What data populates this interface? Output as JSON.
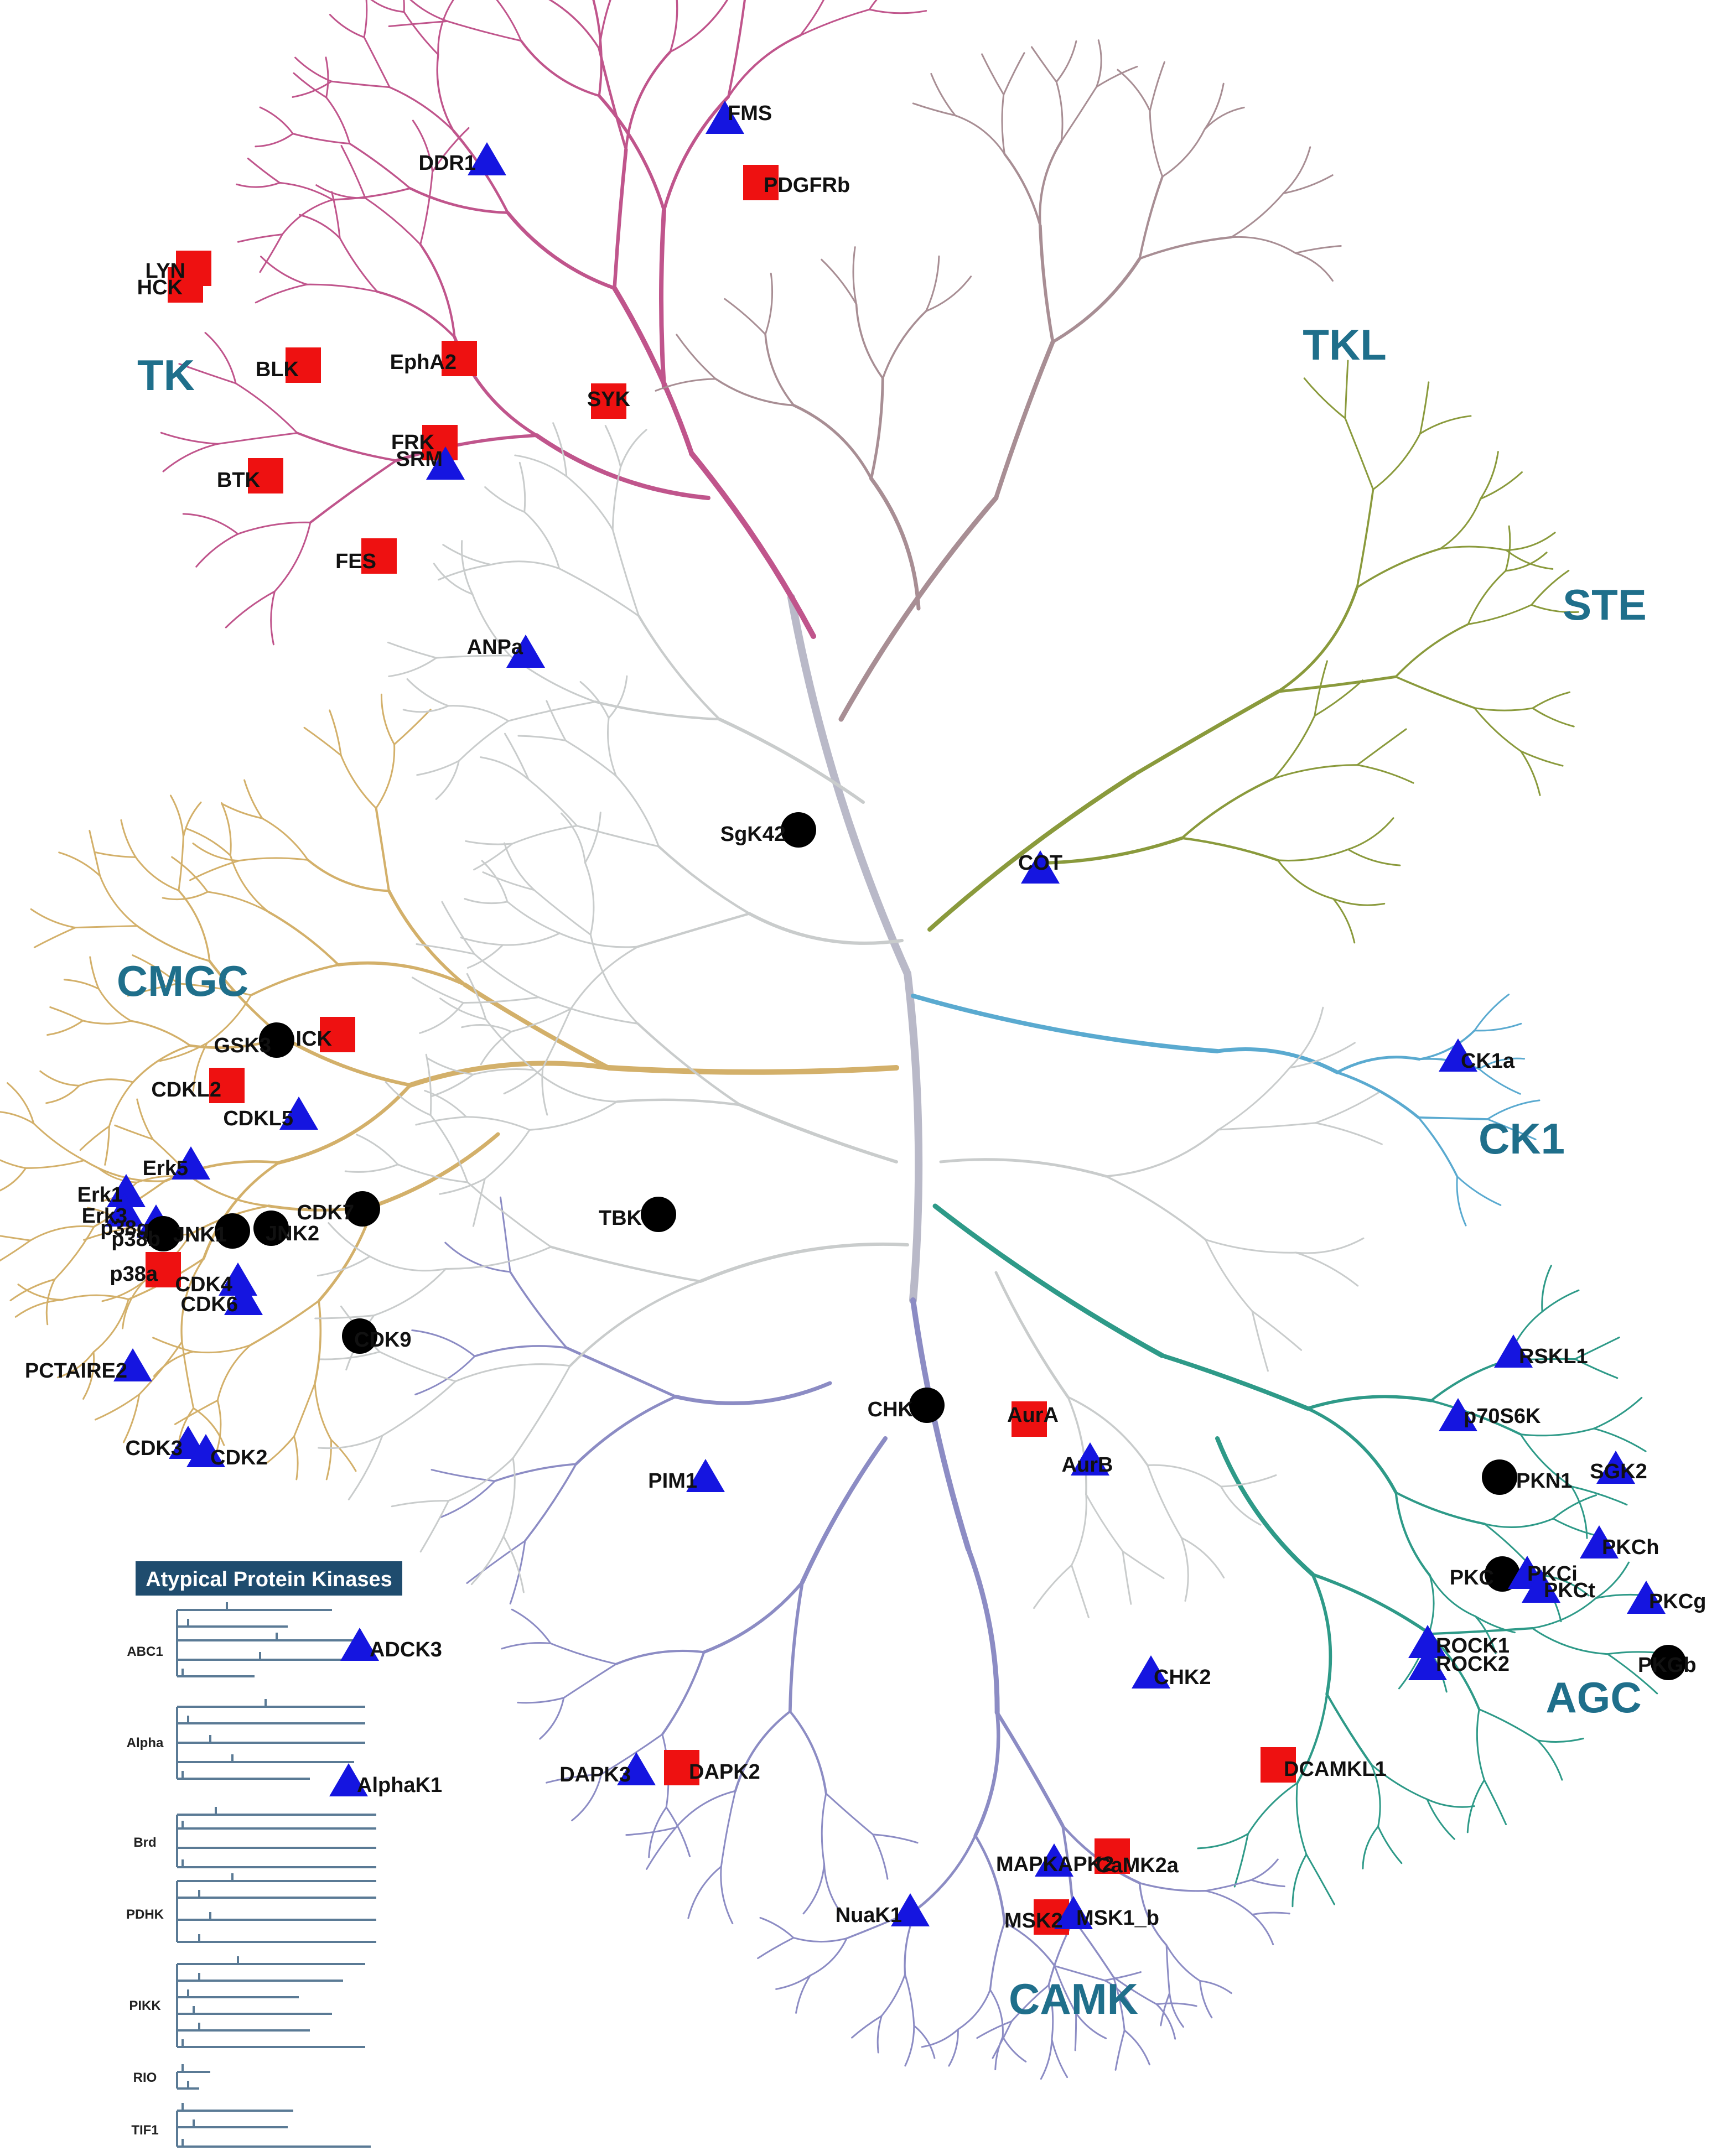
{
  "families": [
    {
      "id": "TK",
      "label": "TK",
      "color": "#c0558c"
    },
    {
      "id": "TKL",
      "label": "TKL",
      "color": "#a88e94"
    },
    {
      "id": "STE",
      "label": "STE",
      "color": "#8a9a3c"
    },
    {
      "id": "CK1",
      "label": "CK1",
      "color": "#5aaad0"
    },
    {
      "id": "AGC",
      "label": "AGC",
      "color": "#2e9a88"
    },
    {
      "id": "CAMK",
      "label": "CAMK",
      "color": "#8c8cc4"
    },
    {
      "id": "CMGC",
      "label": "CMGC",
      "color": "#d3b06a"
    },
    {
      "id": "OTHER",
      "label": "",
      "color": "#c9cccc"
    }
  ],
  "marker_colors": {
    "triangle": "#1515e0",
    "square": "#ee1111",
    "circle": "#000000"
  },
  "kinases": [
    {
      "label": "FMS",
      "marker": "triangle"
    },
    {
      "label": "DDR1",
      "marker": "triangle"
    },
    {
      "label": "PDGFRb",
      "marker": "square"
    },
    {
      "label": "LYN",
      "marker": "square"
    },
    {
      "label": "HCK",
      "marker": "square"
    },
    {
      "label": "BLK",
      "marker": "square"
    },
    {
      "label": "EphA2",
      "marker": "square"
    },
    {
      "label": "SYK",
      "marker": "square"
    },
    {
      "label": "FRK",
      "marker": "square"
    },
    {
      "label": "SRM",
      "marker": "triangle"
    },
    {
      "label": "BTK",
      "marker": "square"
    },
    {
      "label": "FES",
      "marker": "square"
    },
    {
      "label": "ANPa",
      "marker": "triangle"
    },
    {
      "label": "SgK42",
      "marker": "circle"
    },
    {
      "label": "COT",
      "marker": "triangle"
    },
    {
      "label": "CK1a",
      "marker": "triangle"
    },
    {
      "label": "GSK3",
      "marker": "circle"
    },
    {
      "label": "ICK",
      "marker": "square"
    },
    {
      "label": "CDKL2",
      "marker": "square"
    },
    {
      "label": "CDKL5",
      "marker": "triangle"
    },
    {
      "label": "Erk5",
      "marker": "triangle"
    },
    {
      "label": "Erk1",
      "marker": "triangle"
    },
    {
      "label": "Erk3",
      "marker": "triangle"
    },
    {
      "label": "p38g",
      "marker": "triangle"
    },
    {
      "label": "p38b",
      "marker": "circle"
    },
    {
      "label": "JNK1",
      "marker": "circle"
    },
    {
      "label": "JNK2",
      "marker": "circle"
    },
    {
      "label": "CDK7",
      "marker": "circle"
    },
    {
      "label": "p38a",
      "marker": "square"
    },
    {
      "label": "CDK4",
      "marker": "triangle"
    },
    {
      "label": "CDK6",
      "marker": "triangle"
    },
    {
      "label": "CDK9",
      "marker": "circle"
    },
    {
      "label": "PCTAIRE2",
      "marker": "triangle"
    },
    {
      "label": "CDK3",
      "marker": "triangle"
    },
    {
      "label": "CDK2",
      "marker": "triangle"
    },
    {
      "label": "TBK",
      "marker": "circle"
    },
    {
      "label": "CHK",
      "marker": "circle"
    },
    {
      "label": "AurA",
      "marker": "square"
    },
    {
      "label": "AurB",
      "marker": "triangle"
    },
    {
      "label": "PIM1",
      "marker": "triangle"
    },
    {
      "label": "RSKL1",
      "marker": "triangle"
    },
    {
      "label": "p70S6K",
      "marker": "triangle"
    },
    {
      "label": "PKN1",
      "marker": "circle"
    },
    {
      "label": "SGK2",
      "marker": "triangle"
    },
    {
      "label": "PKCh",
      "marker": "triangle"
    },
    {
      "label": "PKC",
      "marker": "circle"
    },
    {
      "label": "PKCi",
      "marker": "triangle"
    },
    {
      "label": "PKCt",
      "marker": "triangle"
    },
    {
      "label": "PKCg",
      "marker": "triangle"
    },
    {
      "label": "ROCK1",
      "marker": "triangle"
    },
    {
      "label": "ROCK2",
      "marker": "triangle"
    },
    {
      "label": "PKGb",
      "marker": "circle"
    },
    {
      "label": "CHK2",
      "marker": "triangle"
    },
    {
      "label": "DCAMKL1",
      "marker": "square"
    },
    {
      "label": "DAPK3",
      "marker": "triangle"
    },
    {
      "label": "DAPK2",
      "marker": "square"
    },
    {
      "label": "MAPKAPK2",
      "marker": "triangle"
    },
    {
      "label": "CaMK2a",
      "marker": "square"
    },
    {
      "label": "MSK2",
      "marker": "square"
    },
    {
      "label": "MSK1_b",
      "marker": "triangle"
    },
    {
      "label": "NuaK1",
      "marker": "triangle"
    }
  ],
  "atypical": {
    "title": "Atypical Protein Kinases",
    "groups": [
      "ABC1",
      "Alpha",
      "Brd",
      "PDHK",
      "PIKK",
      "RIO",
      "TIF1"
    ],
    "kinases": [
      {
        "label": "ADCK3",
        "marker": "triangle"
      },
      {
        "label": "AlphaK1",
        "marker": "triangle"
      }
    ]
  }
}
